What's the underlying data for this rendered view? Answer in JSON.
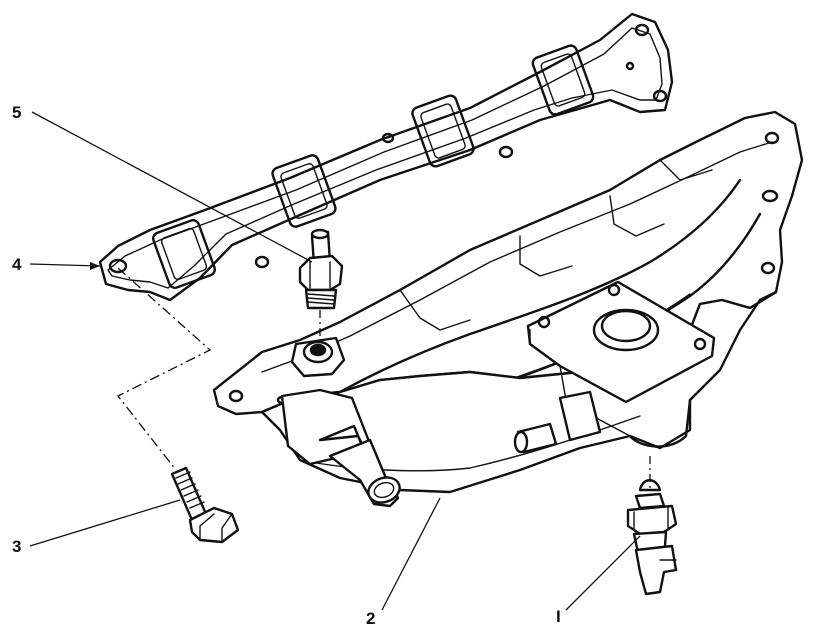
{
  "callouts": [
    {
      "id": "1",
      "label": "I"
    },
    {
      "id": "2",
      "label": "2"
    },
    {
      "id": "3",
      "label": "3"
    },
    {
      "id": "4",
      "label": "4"
    },
    {
      "id": "5",
      "label": "5"
    }
  ],
  "colors": {
    "ink": "#111111",
    "paper": "#ffffff"
  }
}
